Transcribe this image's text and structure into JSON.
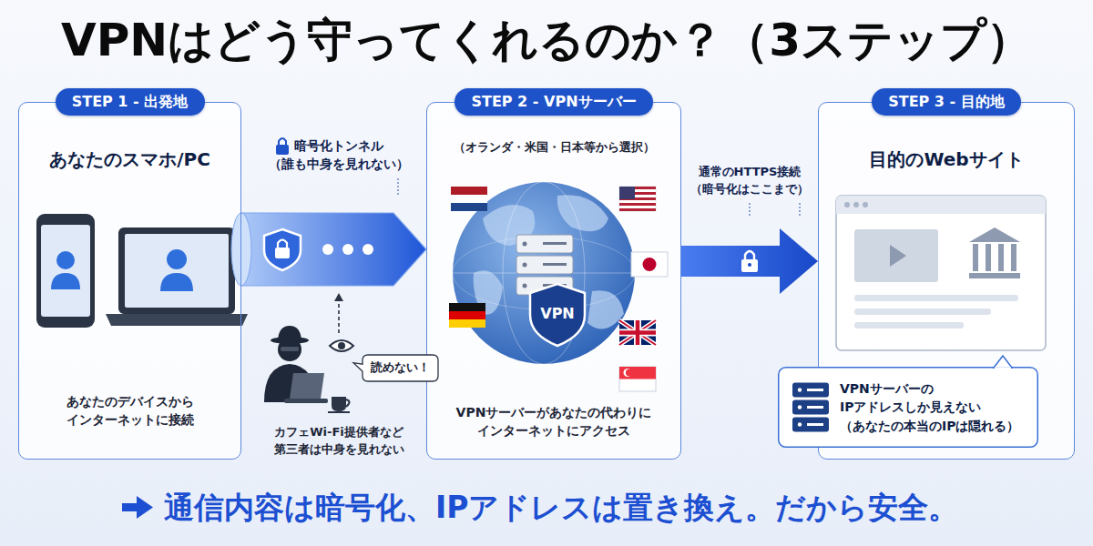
{
  "diagram": {
    "title": "VPNはどう守ってくれるのか？（3ステップ）",
    "caption": "通信内容は暗号化、IPアドレスは置き換え。だから安全。",
    "nodes": [
      {
        "text": [
          "あなたのスマホ/PC",
          "あなたのデバイスから インターネットに接続"
        ]
      },
      {
        "text": [
          "STEP 1 - 出発地"
        ],
        "in": 0
      },
      {
        "text": [
          "（オランダ・米国・日本等から選択）",
          "VPNサーバーがあなたの代わりに インターネットにアクセス"
        ]
      },
      {
        "text": [
          "STEP 2 - VPNサーバー"
        ],
        "in": 2
      },
      {
        "text": [
          "目的のWebサイト"
        ]
      },
      {
        "text": [
          "STEP 3 - 目的地"
        ],
        "in": 4
      },
      {
        "text": [
          "VPNサーバーの IPアドレスしか見えない （あなたの本当のIPは隠れる）"
        ],
        "in": 4
      },
      {
        "text": [
          "読めない！"
        ]
      }
    ],
    "edges": [
      {
        "from": 0,
        "to": 2,
        "arrow": "to",
        "label": "暗号化トンネル （誰も中身を見れない）"
      },
      {
        "from": 2,
        "to": 4,
        "arrow": "to",
        "label": "通常のHTTPS接続 （暗号化はここまで）"
      }
    ],
    "labels": [
      "VPN",
      "カフェWi-Fi提供者など 第三者は中身を見れない"
    ]
  }
}
